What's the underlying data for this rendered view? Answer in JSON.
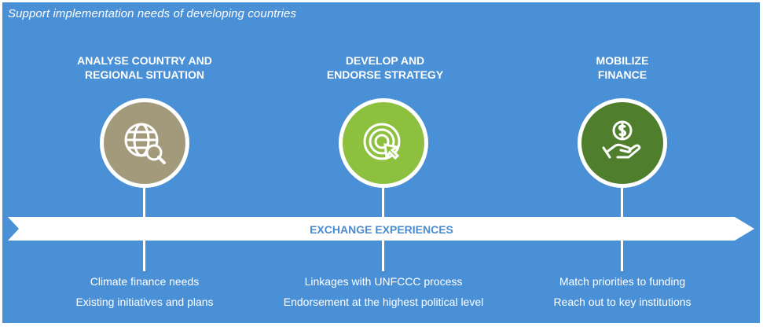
{
  "header": {
    "title": "Support implementation needs of developing countries"
  },
  "steps": [
    {
      "title_lines": [
        "ANALYSE COUNTRY AND",
        "REGIONAL SITUATION"
      ],
      "icon": "globe-search-icon",
      "color": "#a39a7b",
      "details": [
        "Climate finance needs",
        "Existing initiatives and plans"
      ]
    },
    {
      "title_lines": [
        "DEVELOP AND",
        "ENDORSE STRATEGY"
      ],
      "icon": "target-cursor-icon",
      "color": "#8dc03e",
      "details": [
        "Linkages with UNFCCC process",
        "Endorsement at the highest political level"
      ]
    },
    {
      "title_lines": [
        "MOBILIZE",
        "FINANCE"
      ],
      "icon": "hand-coin-icon",
      "color": "#4f7f2c",
      "details": [
        "Match priorities to funding",
        "Reach out to key institutions"
      ]
    }
  ],
  "timeline": {
    "label": "EXCHANGE EXPERIENCES"
  },
  "colors": {
    "background": "#4a90d6",
    "arrow": "#ffffff",
    "arrow_text": "#4a8bd0"
  }
}
